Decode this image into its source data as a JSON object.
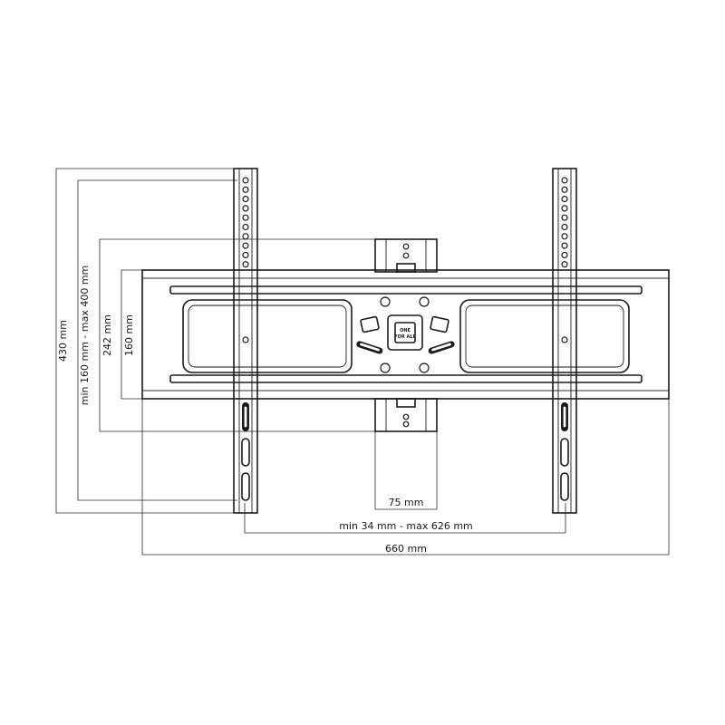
{
  "dimensions": {
    "total_height": "430 mm",
    "vesa_vertical_range": "min 160 mm - max 400 mm",
    "vertical_242": "242 mm",
    "vertical_160": "160 mm",
    "center_plate_width": "75 mm",
    "vesa_horizontal_range": "min 34 mm - max 626 mm",
    "total_width": "660 mm"
  },
  "logo": {
    "line1": "ONE",
    "line2": "FOR ALL"
  }
}
